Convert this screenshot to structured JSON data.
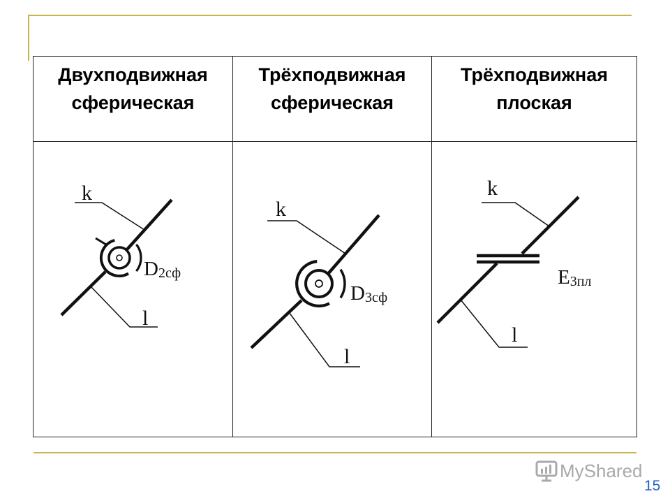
{
  "slide": {
    "page_number": "15",
    "colors": {
      "accent_rule": "#C8B34E",
      "page_number": "#2360C6",
      "ink": "#111111",
      "table_border": "#222222",
      "watermark": "#A9A9A9"
    }
  },
  "table": {
    "columns": [
      {
        "header": {
          "line1": "Двухподвижная",
          "line2": "сферическая"
        },
        "diagram": {
          "upper_link_label": "k",
          "lower_link_label": "l",
          "pair_symbol": "D",
          "pair_subscript": "2сф"
        }
      },
      {
        "header": {
          "line1": "Трёхподвижная",
          "line2": "сферическая"
        },
        "diagram": {
          "upper_link_label": "k",
          "lower_link_label": "l",
          "pair_symbol": "D",
          "pair_subscript": "3сф"
        }
      },
      {
        "header": {
          "line1": "Трёхподвижная",
          "line2": "плоская"
        },
        "diagram": {
          "upper_link_label": "k",
          "lower_link_label": "l",
          "pair_symbol": "E",
          "pair_subscript": "3пл"
        }
      }
    ]
  },
  "watermark": {
    "text": "MyShared",
    "icon": "presentation-screen-icon"
  }
}
